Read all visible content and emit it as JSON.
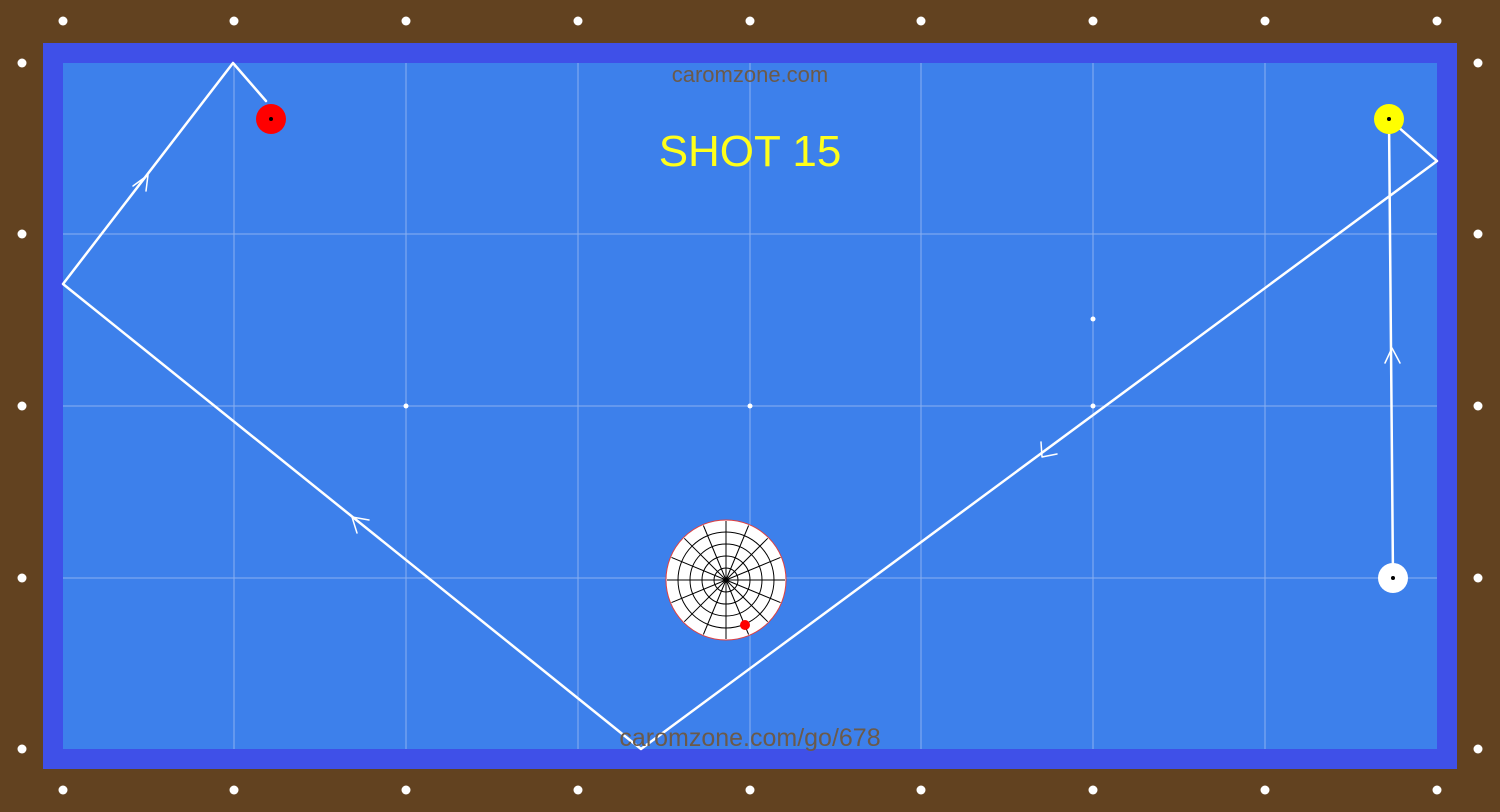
{
  "header": {
    "site_label": "caromzone.com",
    "shot_title": "SHOT 15"
  },
  "footer": {
    "link_label": "caromzone.com/go/678"
  },
  "colors": {
    "frame": "#624220",
    "cushion": "#3f50e8",
    "cloth": "#3d80eb",
    "grid": "#8ab0f0",
    "diamond": "#ffffff",
    "path": "#ffffff",
    "watermark": "#6b5a4a",
    "title": "#ffff1a",
    "red_ball": "#ff0000",
    "yellow_ball": "#ffff00",
    "white_ball": "#ffffff",
    "spin_marker": "#ff0000"
  },
  "balls": [
    {
      "name": "red-ball",
      "color": "red"
    },
    {
      "name": "yellow-ball",
      "color": "yellow"
    },
    {
      "name": "white-cue-ball",
      "color": "white"
    }
  ],
  "cue_tip_indicator": {
    "icon": "spin-target-icon",
    "rings": 5,
    "spokes": 16
  }
}
